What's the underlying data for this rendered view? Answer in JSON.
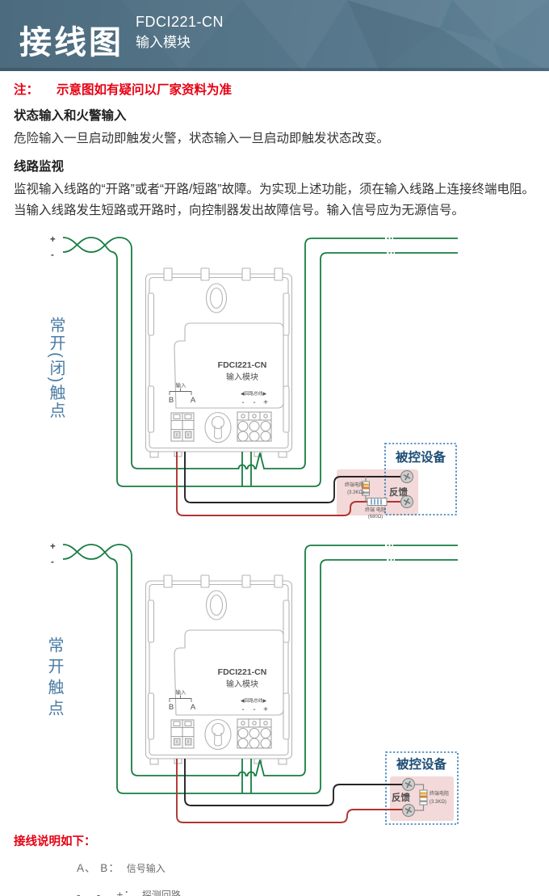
{
  "header": {
    "title": "接线图",
    "model": "FDCI221-CN",
    "subtitle": "输入模块"
  },
  "intro": {
    "note_prefix": "注：",
    "note_text": "示意图如有疑问以厂家资料为准",
    "sections": [
      {
        "heading": "状态输入和火警输入",
        "body": "危险输入一旦启动即触发火警，状态输入一旦启动即触发状态改变。"
      },
      {
        "heading": "线路监视",
        "body": "监视输入线路的“开路”或者“开路/短路”故障。为实现上述功能，须在输入线路上连接终端电阻。当输入线路发生短路或开路时，向控制器发出故障信号。输入信号应为无源信号。"
      }
    ]
  },
  "module": {
    "model": "FDCI221-CN",
    "name": "输入模块",
    "input_label": "输入",
    "terminal_b": "B",
    "terminal_a": "A",
    "bus_label": "◀回路总线▶",
    "bus_minus1": "-",
    "bus_minus2": "-",
    "bus_plus": "+"
  },
  "wires": {
    "plus": "+",
    "minus": "-",
    "loop_green": "#177d42",
    "signal_red": "#ae342e",
    "signal_black": "#272324"
  },
  "diagram1": {
    "contact_label": "常开(闭)触点",
    "device_title": "被控设备",
    "feedback": "反馈",
    "term_res_1_name": "终端电阻",
    "term_res_1_value": "(3.3KΩ)",
    "term_res_2_name": "终端 电阻",
    "term_res_2_value": "(680Ω)"
  },
  "diagram2": {
    "contact_label": "常开触点",
    "device_title": "被控设备",
    "feedback": "反馈",
    "term_res_name": "终端电阻",
    "term_res_value": "(3.3KΩ)"
  },
  "footer": {
    "title": "接线说明如下：",
    "items": [
      {
        "term": "A、 B：",
        "desc": "信号输入"
      },
      {
        "term": "-、 -、 +：",
        "desc": "探测回路"
      }
    ]
  }
}
